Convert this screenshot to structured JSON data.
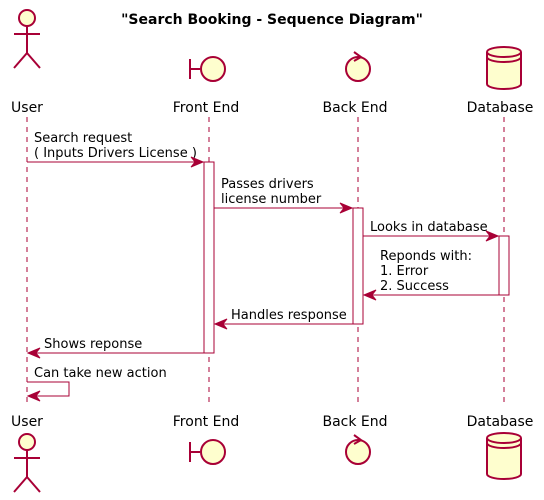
{
  "diagram": {
    "title": "\"Search Booking - Sequence Diagram\"",
    "colors": {
      "line": "#A80036",
      "fill": "#FEFECE"
    },
    "participants": [
      {
        "id": "user",
        "label": "User",
        "icon": "actor-icon"
      },
      {
        "id": "frontend",
        "label": "Front End",
        "icon": "boundary-icon"
      },
      {
        "id": "backend",
        "label": "Back End",
        "icon": "control-icon"
      },
      {
        "id": "database",
        "label": "Database",
        "icon": "database-icon"
      }
    ],
    "messages": [
      {
        "from": "User",
        "to": "Front End",
        "lines": [
          "Search request",
          "( Inputs Drivers License )"
        ]
      },
      {
        "from": "Front End",
        "to": "Back End",
        "lines": [
          "Passes drivers",
          "license number"
        ]
      },
      {
        "from": "Back End",
        "to": "Database",
        "lines": [
          "Looks in database"
        ]
      },
      {
        "from": "Database",
        "to": "Back End",
        "lines": [
          "Reponds with:",
          "1. Error",
          "2. Success"
        ]
      },
      {
        "from": "Back End",
        "to": "Front End",
        "lines": [
          "Handles response"
        ]
      },
      {
        "from": "Front End",
        "to": "User",
        "lines": [
          "Shows reponse"
        ]
      },
      {
        "from": "User",
        "to": "User",
        "lines": [
          "Can take new action"
        ]
      }
    ]
  }
}
